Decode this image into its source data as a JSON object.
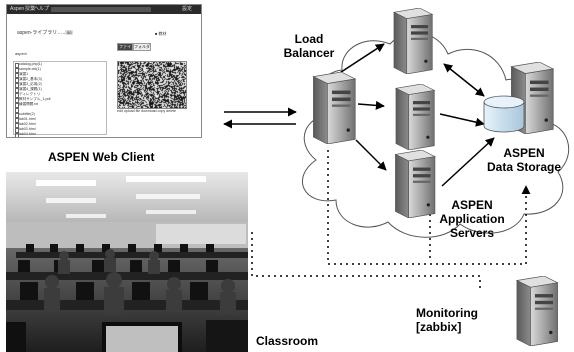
{
  "labels": {
    "load_balancer": [
      "Load",
      "Balancer"
    ],
    "web_client": "ASPEN Web Client",
    "data_storage": [
      "ASPEN",
      "Data Storage"
    ],
    "app_servers": [
      "ASPEN",
      "Application",
      "Servers"
    ],
    "monitoring": [
      "Monitoring",
      "[zabbix]"
    ],
    "classroom": "Classroom"
  },
  "web_client_screen": {
    "tabs": [
      "Aspen",
      "授業",
      "ヘルプ",
      "設定"
    ],
    "title": "aspen-ライブラリ……",
    "badge": "50",
    "side_link": "■ 教材",
    "buttons": [
      "ファイル",
      "フォルダ"
    ],
    "tree_header": "aspen/",
    "tree_items": [
      "catalog.php(1)",
      "sample.cfd(1)",
      "演習1",
      "演習2_基本(3)",
      "演習3_応用(2)",
      "演習4_課題(1)",
      "ディレクトリ",
      "教材サンプル_1.pdf",
      "練習問題.txt",
      "",
      "subtitle(2)",
      "lab01.html",
      "lab02.html",
      "lab03.html",
      "lab04.html",
      "lab05.html",
      "sample.tar",
      "",
      "readme.txt",
      "",
      "教材リスト(course).csv"
    ],
    "preview_caption": "edit  upload  file  download  copy  delete"
  },
  "colors": {
    "arrow": "#000000",
    "dotted_link": "#000000",
    "server_body": "#9a9a9a",
    "storage": "#cfe3f2",
    "cloud_fill": "#ffffff"
  },
  "icons": [
    "server-icon",
    "database-icon",
    "cloud-shape",
    "monitor-server-icon"
  ]
}
